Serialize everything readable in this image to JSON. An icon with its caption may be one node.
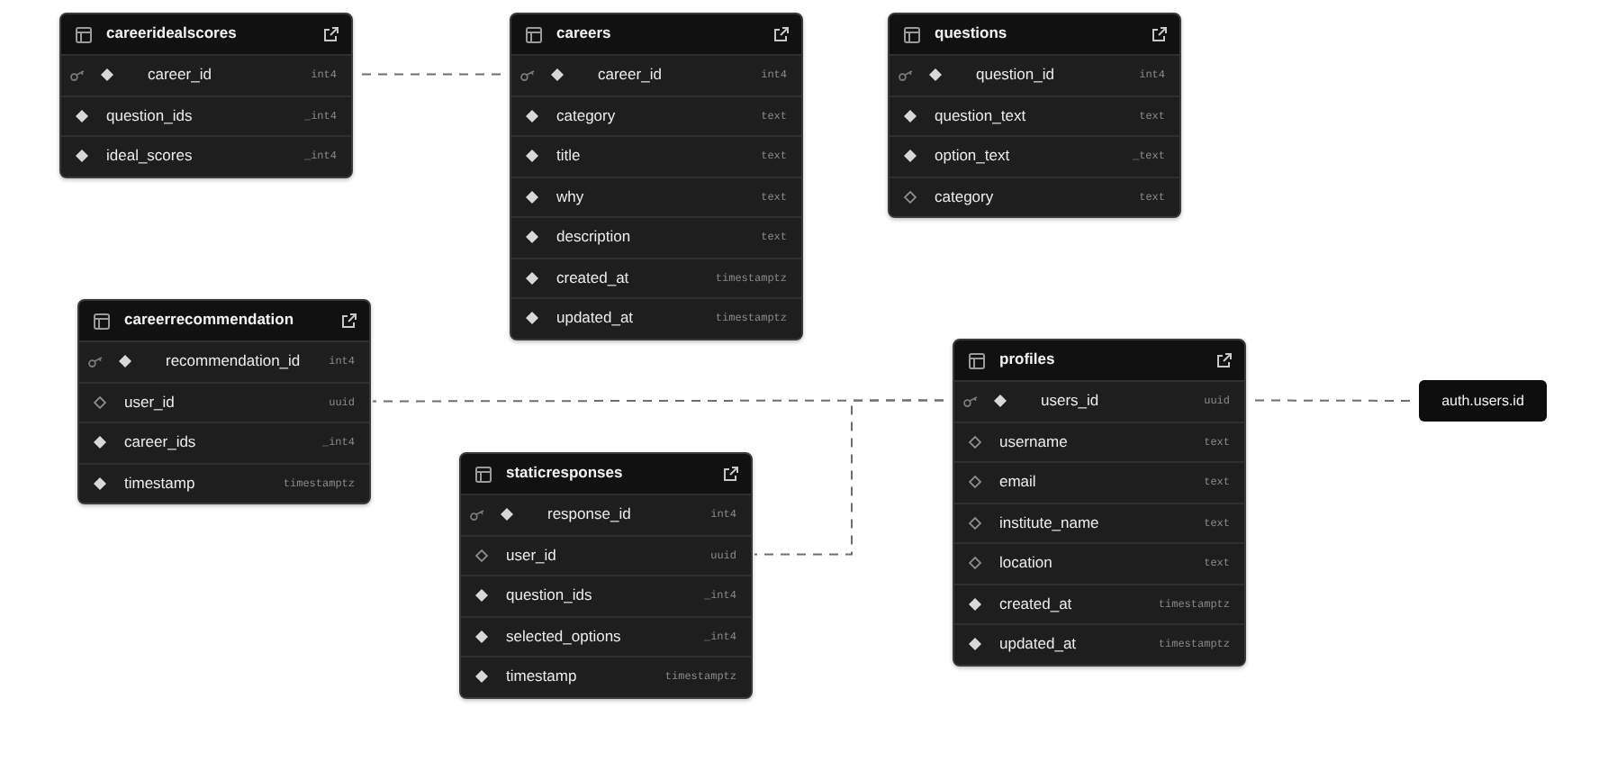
{
  "diagram": {
    "nodes": [
      {
        "text": [
          "careeridealscores"
        ]
      },
      {
        "text": [
          "career_id",
          "int4"
        ],
        "in": 0
      },
      {
        "text": [
          "question_ids",
          "_int4"
        ],
        "in": 0
      },
      {
        "text": [
          "ideal_scores",
          "_int4"
        ],
        "in": 0
      },
      {
        "text": [
          "careers"
        ]
      },
      {
        "text": [
          "career_id",
          "int4"
        ],
        "in": 4
      },
      {
        "text": [
          "category",
          "text"
        ],
        "in": 4
      },
      {
        "text": [
          "title",
          "text"
        ],
        "in": 4
      },
      {
        "text": [
          "why",
          "text"
        ],
        "in": 4
      },
      {
        "text": [
          "description",
          "text"
        ],
        "in": 4
      },
      {
        "text": [
          "created_at",
          "timestamptz"
        ],
        "in": 4
      },
      {
        "text": [
          "updated_at",
          "timestamptz"
        ],
        "in": 4
      },
      {
        "text": [
          "questions"
        ]
      },
      {
        "text": [
          "question_id",
          "int4"
        ],
        "in": 12
      },
      {
        "text": [
          "question_text",
          "text"
        ],
        "in": 12
      },
      {
        "text": [
          "option_text",
          "_text"
        ],
        "in": 12
      },
      {
        "text": [
          "category",
          "text"
        ],
        "in": 12
      },
      {
        "text": [
          "careerrecommendation"
        ]
      },
      {
        "text": [
          "recommendation_id",
          "int4"
        ],
        "in": 17
      },
      {
        "text": [
          "user_id",
          "uuid"
        ],
        "in": 17
      },
      {
        "text": [
          "career_ids",
          "_int4"
        ],
        "in": 17
      },
      {
        "text": [
          "timestamp",
          "timestamptz"
        ],
        "in": 17
      },
      {
        "text": [
          "staticresponses"
        ]
      },
      {
        "text": [
          "response_id",
          "int4"
        ],
        "in": 22
      },
      {
        "text": [
          "user_id",
          "uuid"
        ],
        "in": 22
      },
      {
        "text": [
          "question_ids",
          "_int4"
        ],
        "in": 22
      },
      {
        "text": [
          "selected_options",
          "_int4"
        ],
        "in": 22
      },
      {
        "text": [
          "timestamp",
          "timestamptz"
        ],
        "in": 22
      },
      {
        "text": [
          "profiles"
        ]
      },
      {
        "text": [
          "users_id",
          "uuid"
        ],
        "in": 28
      },
      {
        "text": [
          "username",
          "text"
        ],
        "in": 28
      },
      {
        "text": [
          "email",
          "text"
        ],
        "in": 28
      },
      {
        "text": [
          "institute_name",
          "text"
        ],
        "in": 28
      },
      {
        "text": [
          "location",
          "text"
        ],
        "in": 28
      },
      {
        "text": [
          "created_at",
          "timestamptz"
        ],
        "in": 28
      },
      {
        "text": [
          "updated_at",
          "timestamptz"
        ],
        "in": 28
      },
      {
        "text": [
          "auth.users.id"
        ]
      }
    ],
    "edges": [
      {
        "from": 1,
        "to": 5,
        "arrow": "none",
        "style": "dashed"
      },
      {
        "from": 19,
        "to": 29,
        "arrow": "none",
        "style": "dashed"
      },
      {
        "from": 24,
        "to": 29,
        "arrow": "none",
        "style": "dashed"
      },
      {
        "from": 29,
        "to": 36,
        "arrow": "none",
        "style": "dashed"
      }
    ]
  }
}
